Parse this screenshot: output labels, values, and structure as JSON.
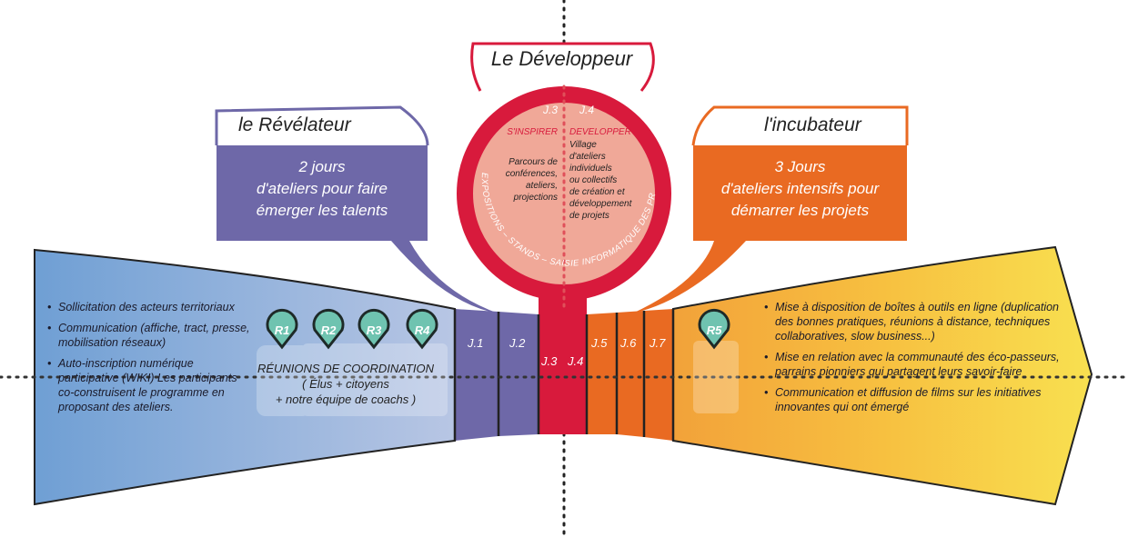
{
  "title": "Le Développeur",
  "colors": {
    "purple": "#6e68a8",
    "red": "#d81a3c",
    "pink": "#f0a898",
    "orange": "#e96a22",
    "blue": "#7fa6d6",
    "yellow": "#f7d23a",
    "teal": "#6fc3b0"
  },
  "revelateur": {
    "title": "le Révélateur",
    "lines": [
      "2 jours",
      "d'ateliers pour faire",
      "émerger les talents"
    ]
  },
  "incubateur": {
    "title": "l'incubateur",
    "lines": [
      "3 Jours",
      "d'ateliers intensifs pour",
      "démarrer les projets"
    ]
  },
  "developpeur": {
    "left": {
      "day": "J.3",
      "heading": "S'INSPIRER",
      "lines": [
        "Parcours de",
        "conférences,",
        "ateliers,",
        "projections"
      ]
    },
    "right": {
      "day": "J.4",
      "heading": "DEVELOPPER",
      "lines": [
        "Village",
        "d'ateliers",
        "individuels",
        "ou collectifs",
        "de création et",
        "développement",
        "de projets"
      ]
    },
    "ring_text": "EXPOSITIONS – STANDS – SAISIE INFORMATIQUE DES PROJETS"
  },
  "left_bullets": [
    "Sollicitation des acteurs territoriaux",
    "Communication (affiche, tract, presse, mobilisation réseaux)",
    "Auto-inscription numérique participative (WIKI) Les participants co-construisent le programme en proposant des ateliers."
  ],
  "meetings": {
    "markers": [
      "R1",
      "R2",
      "R3",
      "R4"
    ],
    "lines": [
      "RÉUNIONS DE COORDINATION",
      "( Élus + citoyens",
      "+ notre équipe de coachs )"
    ]
  },
  "days": [
    "J.1",
    "J.2",
    "J.3",
    "J.4",
    "J.5",
    "J.6",
    "J.7"
  ],
  "r5": "R5",
  "right_bullets": [
    "Mise à disposition de boîtes à outils en ligne (duplication des bonnes pratiques, réunions à distance, techniques collaboratives, slow business...)",
    "Mise en relation avec la communauté des éco-passeurs, parrains pionniers qui partagent leurs savoir-faire",
    "Communication et diffusion de films sur les initiatives innovantes qui ont émergé"
  ]
}
